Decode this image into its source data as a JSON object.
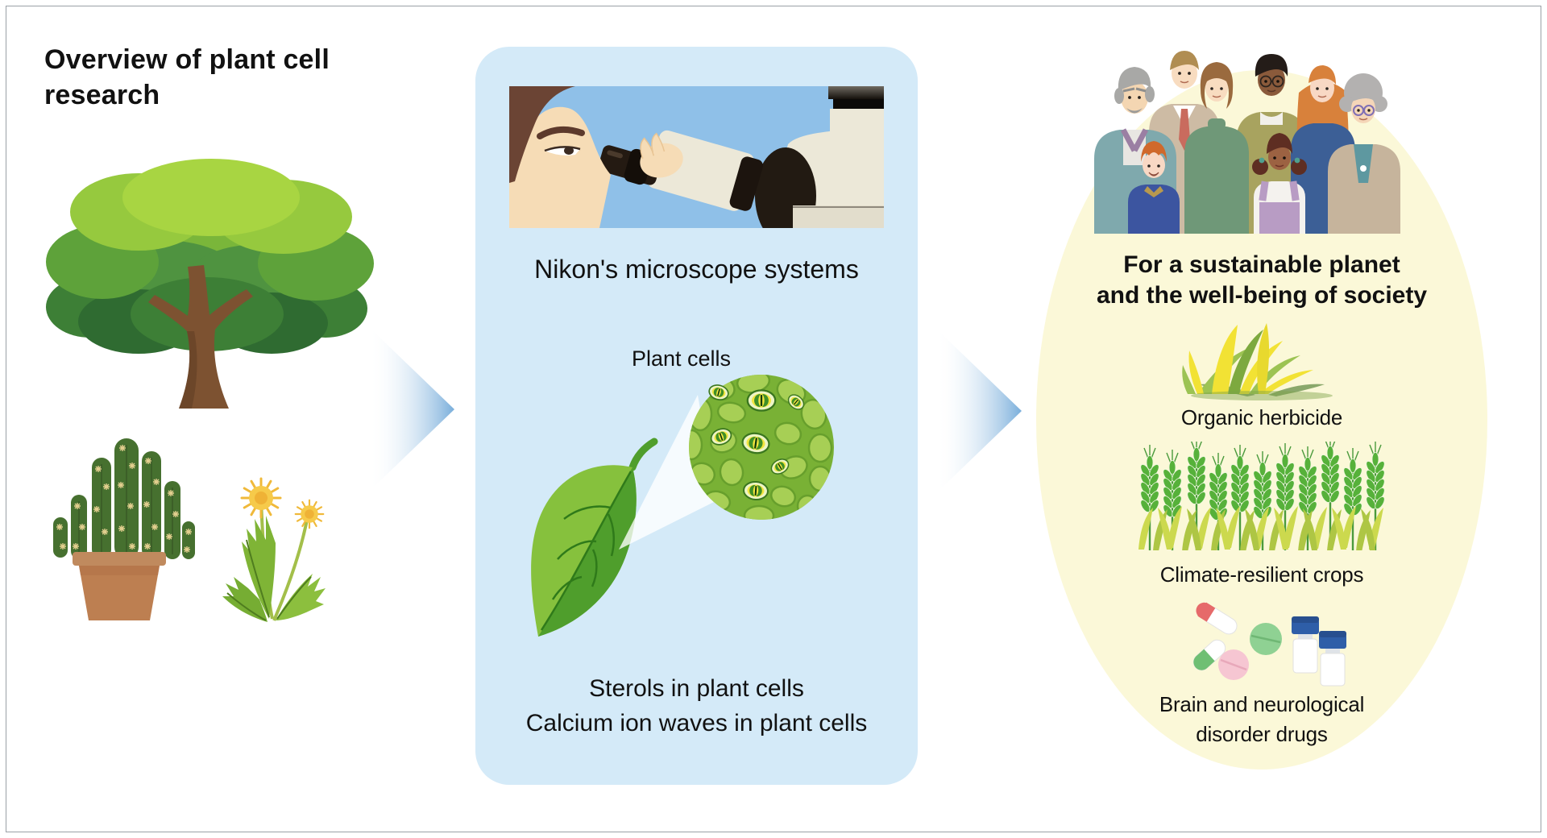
{
  "header": {
    "title_lines": [
      "Overview of plant cell",
      "research"
    ]
  },
  "left": {
    "illustration_icons": [
      "tree-icon",
      "potted-cactus-icon",
      "dandelion-icon"
    ]
  },
  "flow": {
    "arrow_icon": "flow-arrow-right-icon",
    "arrow_count": 2
  },
  "middle": {
    "photo_icon": "researcher-using-microscope-photo",
    "photo_caption": "Nikon's microscope systems",
    "cells_label": "Plant cells",
    "magnified_icon": "plant-cells-magnified-icon",
    "leaf_icon": "leaf-icon",
    "research_topics": [
      "Sterols in plant cells",
      "Calcium ion waves in plant cells"
    ]
  },
  "right": {
    "people_icon": "people-group-icon",
    "heading_lines": [
      "For a sustainable planet",
      "and the well-being of society"
    ],
    "applications": [
      {
        "icon": "weed-icon",
        "label": "Organic herbicide"
      },
      {
        "icon": "wheat-crops-icon",
        "label": "Climate-resilient crops"
      },
      {
        "icon": "medicine-icon",
        "label_lines": [
          "Brain and neurological",
          "disorder drugs"
        ]
      }
    ]
  },
  "colors": {
    "panel_blue": "#d4eaf8",
    "ellipse_yellow": "#fbf8d8",
    "arrow_blue": "#79aedb",
    "photo_sky_blue": "#8fc0e8",
    "frame_border": "#9aa0a6",
    "text": "#111111"
  }
}
